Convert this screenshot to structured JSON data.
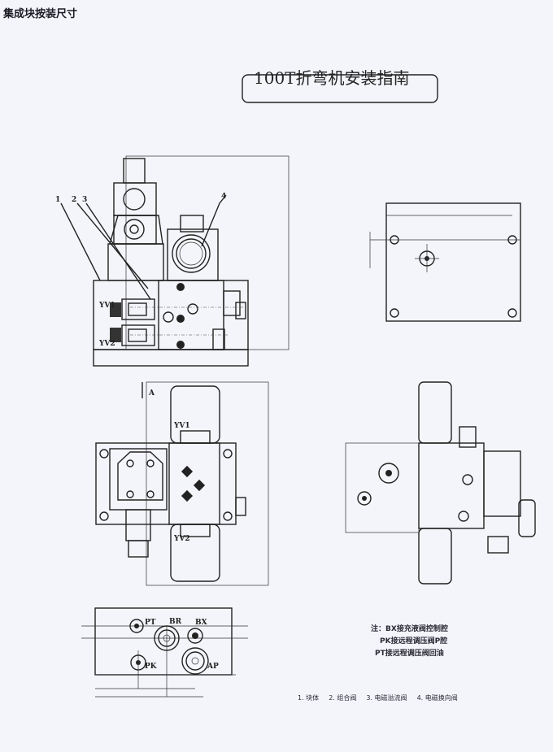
{
  "corner_title": "集成块按装尺寸",
  "main_title": "100T折弯机安装指南",
  "part_labels": [
    "1",
    "2",
    "3",
    "4"
  ],
  "valve_labels": {
    "yv1": "YV1",
    "yv2": "YV2",
    "section": "A"
  },
  "port_labels": {
    "pt": "PT",
    "br": "BR",
    "bx": "BX",
    "pk": "PK",
    "ap": "AP"
  },
  "notes": {
    "prefix": "注：",
    "lines": [
      "BX接充液阀控制腔",
      "PK接远程调压阀P腔",
      "PT接远程调压阀回油"
    ]
  },
  "parts_list": [
    "1. 块体",
    "2. 组合阀",
    "3. 电磁溢流阀",
    "4. 电磁换向阀"
  ]
}
